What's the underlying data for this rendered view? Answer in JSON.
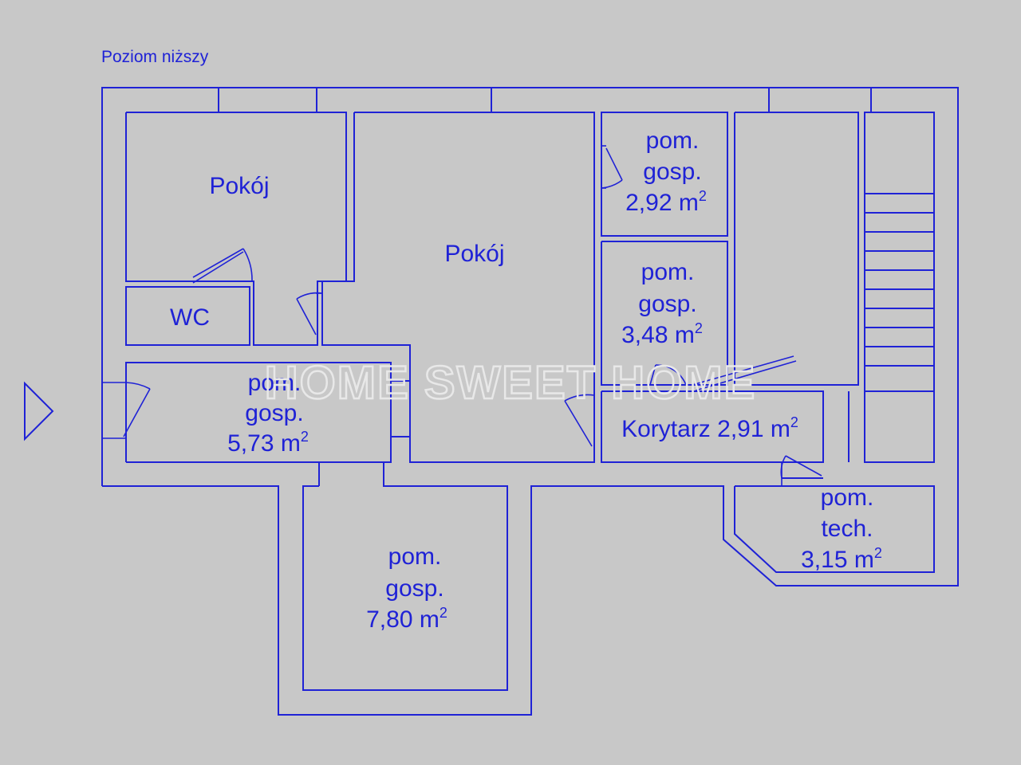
{
  "title": "Poziom niższy",
  "watermark": "HOME SWEET HOME",
  "rooms": [
    {
      "id": "pokoj-1",
      "lines": [
        "Pokój"
      ]
    },
    {
      "id": "pokoj-2",
      "lines": [
        "Pokój"
      ]
    },
    {
      "id": "wc",
      "lines": [
        "WC"
      ]
    },
    {
      "id": "pom-gosp-292",
      "lines": [
        "pom.",
        "gosp."
      ],
      "area": "2,92 m",
      "unit_sup": "2"
    },
    {
      "id": "pom-gosp-348",
      "lines": [
        "pom.",
        "gosp."
      ],
      "area": "3,48 m",
      "unit_sup": "2"
    },
    {
      "id": "pom-gosp-573",
      "lines": [
        "pom.",
        "gosp."
      ],
      "area": "5,73 m",
      "unit_sup": "2"
    },
    {
      "id": "korytarz",
      "area": "Korytarz 2,91 m",
      "unit_sup": "2"
    },
    {
      "id": "pom-tech",
      "lines": [
        "pom.",
        "tech."
      ],
      "area": "3,15 m",
      "unit_sup": "2"
    },
    {
      "id": "pom-gosp-780",
      "lines": [
        "pom.",
        "gosp."
      ],
      "area": "7,80 m",
      "unit_sup": "2"
    }
  ]
}
